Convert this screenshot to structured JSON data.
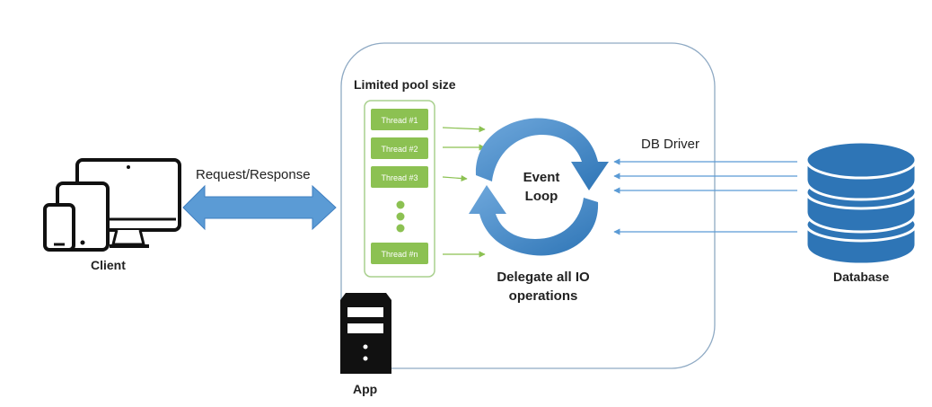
{
  "client": {
    "label": "Client"
  },
  "request_response": {
    "label": "Request/Response"
  },
  "app": {
    "label": "App",
    "pool_title": "Limited pool size",
    "threads": [
      "Thread #1",
      "Thread #2",
      "Thread #3",
      "Thread #n"
    ],
    "event_loop_line1": "Event",
    "event_loop_line2": "Loop",
    "delegate_line1": "Delegate all IO",
    "delegate_line2": "operations"
  },
  "db_driver": {
    "label": "DB Driver"
  },
  "database": {
    "label": "Database"
  },
  "colors": {
    "thread_green": "#8cc152",
    "pool_border": "#a9d08e",
    "loop_blue": "#5b9bd5",
    "loop_dark": "#2e75b6",
    "arrow_blue": "#5b9bd5",
    "box_border": "#8faac4",
    "device_black": "#111111"
  }
}
